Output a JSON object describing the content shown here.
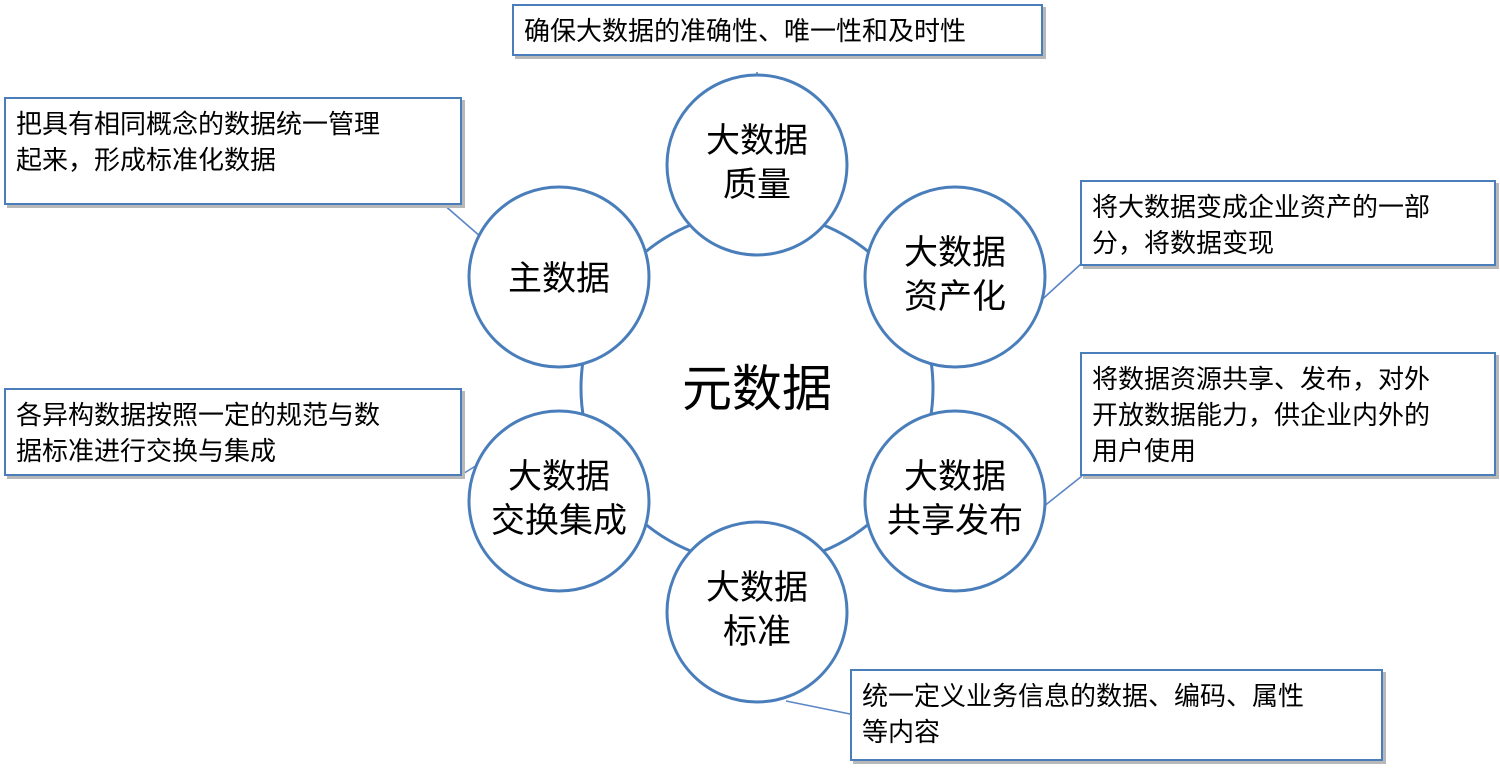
{
  "center": {
    "label": "元数据"
  },
  "nodes": [
    {
      "id": "quality",
      "lines": [
        "大数据",
        "质量"
      ]
    },
    {
      "id": "asset",
      "lines": [
        "大数据",
        "资产化"
      ]
    },
    {
      "id": "share",
      "lines": [
        "大数据",
        "共享发布"
      ]
    },
    {
      "id": "standard",
      "lines": [
        "大数据",
        "标准"
      ]
    },
    {
      "id": "exchange",
      "lines": [
        "大数据",
        "交换集成"
      ]
    },
    {
      "id": "master",
      "lines": [
        "主数据"
      ]
    }
  ],
  "notes": [
    {
      "id": "quality",
      "lines": [
        "确保大数据的准确性、唯一性和及时性"
      ]
    },
    {
      "id": "asset",
      "lines": [
        "将大数据变成企业资产的一部",
        "分，将数据变现"
      ]
    },
    {
      "id": "share",
      "lines": [
        "将数据资源共享、发布，对外",
        "开放数据能力，供企业内外的",
        "用户使用"
      ]
    },
    {
      "id": "standard",
      "lines": [
        "统一定义业务信息的数据、编码、属性",
        "等内容"
      ]
    },
    {
      "id": "exchange",
      "lines": [
        "各异构数据按照一定的规范与数",
        "据标准进行交换与集成"
      ]
    },
    {
      "id": "master",
      "lines": [
        "把具有相同概念的数据统一管理",
        "起来，形成标准化数据"
      ]
    }
  ],
  "colors": {
    "stroke": "#4a7ebb",
    "text": "#000000",
    "background": "#ffffff"
  }
}
